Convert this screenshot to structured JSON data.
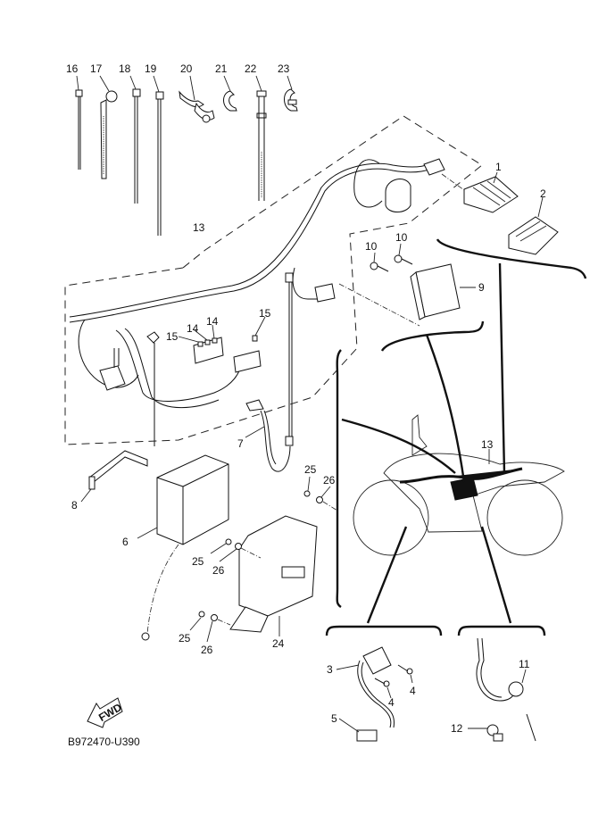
{
  "diagram": {
    "title": "Electrical parts diagram",
    "figure_code": "B972470-U390",
    "fwd_label": "FWD",
    "parts": [
      {
        "ref": "1",
        "name": "relay"
      },
      {
        "ref": "2",
        "name": "relay"
      },
      {
        "ref": "3",
        "name": "ignition-coil"
      },
      {
        "ref": "4",
        "name": "bolt"
      },
      {
        "ref": "5",
        "name": "spark-plug-cap"
      },
      {
        "ref": "6",
        "name": "battery"
      },
      {
        "ref": "7",
        "name": "battery-cable"
      },
      {
        "ref": "8",
        "name": "battery-band"
      },
      {
        "ref": "9",
        "name": "rectifier-regulator"
      },
      {
        "ref": "10",
        "name": "bolt"
      },
      {
        "ref": "11",
        "name": "sensor"
      },
      {
        "ref": "12",
        "name": "clamp"
      },
      {
        "ref": "13",
        "name": "wire-harness"
      },
      {
        "ref": "14",
        "name": "fuse"
      },
      {
        "ref": "15",
        "name": "fuse"
      },
      {
        "ref": "16",
        "name": "cable-tie"
      },
      {
        "ref": "17",
        "name": "cable-tie-clip"
      },
      {
        "ref": "18",
        "name": "cable-tie"
      },
      {
        "ref": "19",
        "name": "cable-tie"
      },
      {
        "ref": "20",
        "name": "clamp"
      },
      {
        "ref": "21",
        "name": "clamp"
      },
      {
        "ref": "22",
        "name": "band"
      },
      {
        "ref": "23",
        "name": "clamp"
      },
      {
        "ref": "24",
        "name": "bracket"
      },
      {
        "ref": "25",
        "name": "bolt"
      },
      {
        "ref": "26",
        "name": "washer"
      }
    ],
    "callouts": {
      "c16": "16",
      "c17": "17",
      "c18": "18",
      "c19": "19",
      "c20": "20",
      "c21": "21",
      "c22": "22",
      "c23": "23",
      "c1": "1",
      "c2": "2",
      "c13a": "13",
      "c10a": "10",
      "c10b": "10",
      "c9": "9",
      "c15a": "15",
      "c14a": "14",
      "c14b": "14",
      "c15b": "15",
      "c7": "7",
      "c8": "8",
      "c6": "6",
      "c25a": "25",
      "c26a": "26",
      "c25b": "25",
      "c26b": "26",
      "c25c": "25",
      "c26c": "26",
      "c24": "24",
      "c13b": "13",
      "c3": "3",
      "c4a": "4",
      "c4b": "4",
      "c5": "5",
      "c11": "11",
      "c12": "12"
    }
  }
}
